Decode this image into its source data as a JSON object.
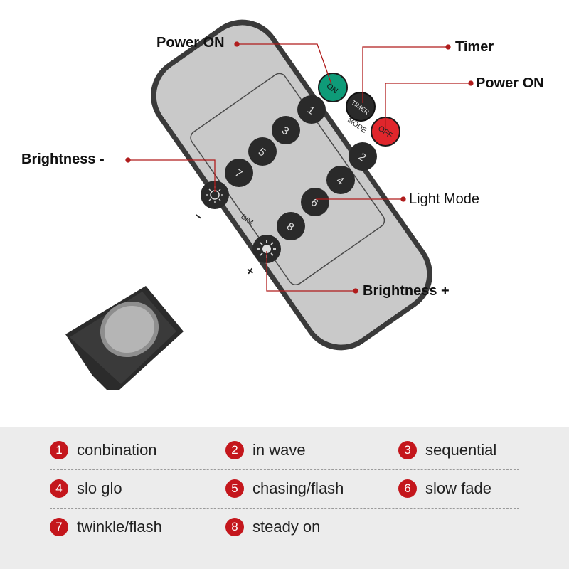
{
  "callouts": {
    "power_on_left": "Power ON",
    "timer": "Timer",
    "power_on_right": "Power ON",
    "brightness_minus": "Brightness -",
    "light_mode": "Light Mode",
    "brightness_plus": "Brightness +"
  },
  "remote": {
    "on_label": "ON",
    "timer_label": "TIMER",
    "off_label": "OFF",
    "mode_label": "MODE",
    "dim_label": "DIM",
    "minus_sign": "−",
    "plus_sign": "+",
    "number_keys": [
      "1",
      "2",
      "3",
      "4",
      "5",
      "6",
      "7",
      "8"
    ]
  },
  "modes": [
    {
      "num": "1",
      "label": "conbination"
    },
    {
      "num": "2",
      "label": "in wave"
    },
    {
      "num": "3",
      "label": "sequential"
    },
    {
      "num": "4",
      "label": "slo glo"
    },
    {
      "num": "5",
      "label": "chasing/flash"
    },
    {
      "num": "6",
      "label": "slow fade"
    },
    {
      "num": "7",
      "label": "twinkle/flash"
    },
    {
      "num": "8",
      "label": "steady on"
    }
  ],
  "colors": {
    "accent_red": "#c4161c",
    "on_green": "#0e9b78",
    "off_red": "#e0262c",
    "key_dark": "#2a2a2a",
    "remote_face": "#c9c9c9",
    "remote_border": "#3a3a3a"
  }
}
